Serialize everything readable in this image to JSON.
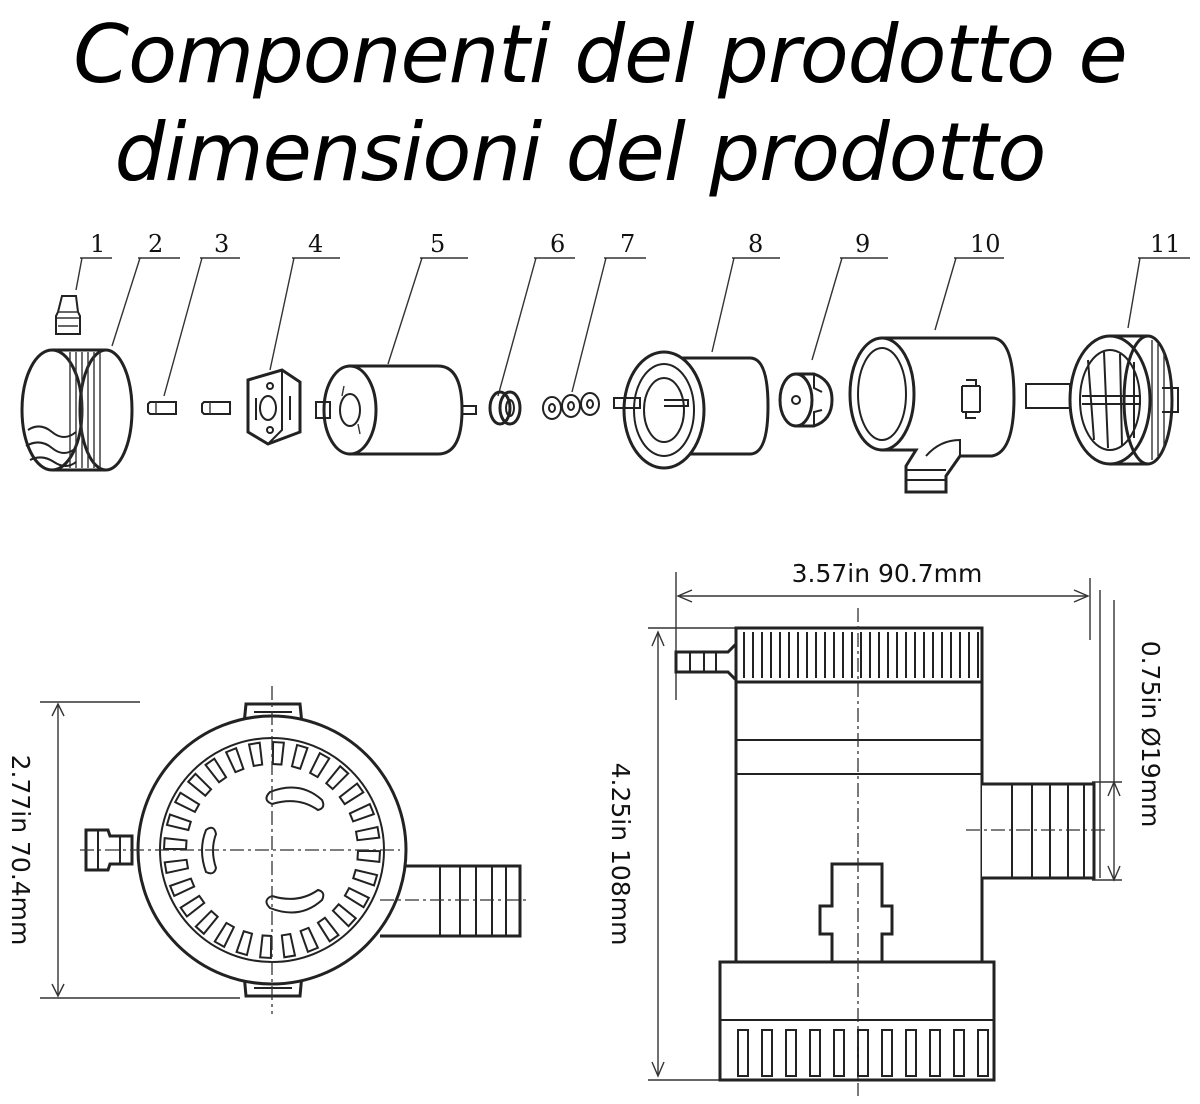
{
  "title": {
    "line1": "Componenti del prodotto e",
    "line2": "dimensioni del prodotto"
  },
  "part_labels": [
    "1",
    "2",
    "3",
    "4",
    "5",
    "6",
    "7",
    "8",
    "9",
    "10",
    "11"
  ],
  "dimensions": {
    "width": "3.57in  90.7mm",
    "height": "4.25in  108mm",
    "outlet": "0.75in  Ø19mm",
    "base": "2.77in  70.4mm"
  }
}
